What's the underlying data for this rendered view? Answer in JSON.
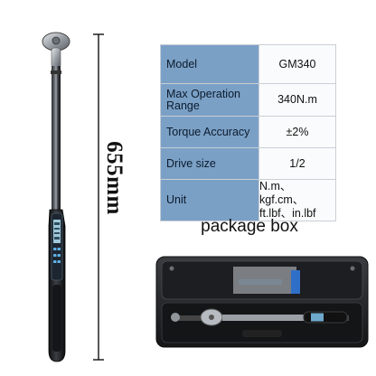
{
  "dimension": {
    "length_label": "655mm"
  },
  "specs": {
    "rows": [
      {
        "label": "Model",
        "value": "GM340"
      },
      {
        "label": "Max Operation Range",
        "value": "340N.m"
      },
      {
        "label": "Torque Accuracy",
        "value": "±2%"
      },
      {
        "label": "Drive size",
        "value": "1/2"
      },
      {
        "label": "Unit",
        "value_lines": [
          "N.m、kgf.cm、",
          "ft.lbf、in.lbf"
        ]
      }
    ]
  },
  "package": {
    "caption": "package box"
  },
  "colors": {
    "table_header": "#7ba0c6",
    "wrench_body": "#1b1d20"
  }
}
